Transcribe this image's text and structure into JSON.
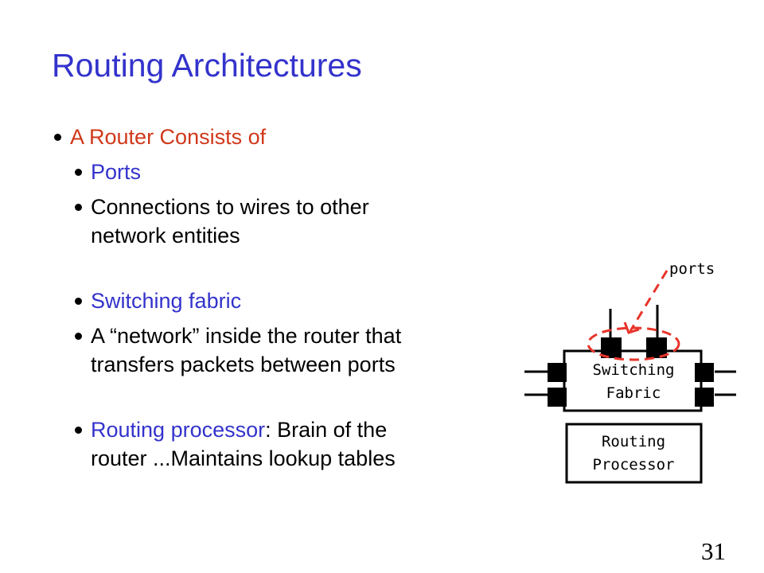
{
  "slide": {
    "title": "Routing Architectures",
    "page_number": "31"
  },
  "bullets": [
    {
      "text": "A Router Consists of",
      "color": "#d0381a"
    },
    {
      "text": "Ports",
      "color": "#3333cc"
    },
    {
      "text_line1": "Connections to wires to other",
      "text_line2": "network entities"
    },
    {
      "text": "Switching fabric",
      "color": "#3333cc"
    },
    {
      "text_line1": "A “network” inside the router that",
      "text_line2": "transfers packets between ports"
    },
    {
      "text_colored": "Routing processor",
      "text_rest": ": Brain of the",
      "text_line2": "router ...Maintains lookup tables"
    }
  ],
  "diagram": {
    "ports_label": "ports",
    "switching_label_line1": "Switching",
    "switching_label_line2": "Fabric",
    "routing_label_line1": "Routing",
    "routing_label_line2": "Processor",
    "highlight_color": "#e8342a"
  }
}
